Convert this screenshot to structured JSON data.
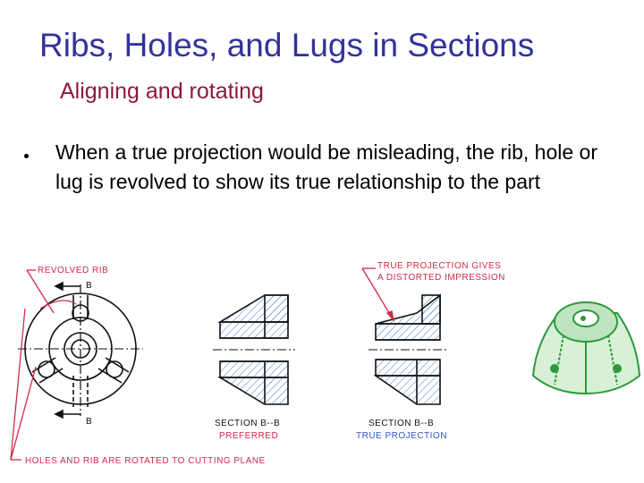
{
  "slide": {
    "title": "Ribs, Holes, and Lugs in Sections",
    "subtitle": "Aligning and rotating",
    "bullets": [
      "When a true projection would be misleading, the rib, hole or lug is revolved to show its true relationship to the part"
    ]
  },
  "figure": {
    "revolved_rib_label": "REVOLVED RIB",
    "cut_label_top": "B",
    "cut_label_bottom": "B",
    "section_preferred_title": "SECTION B--B",
    "section_preferred_caption": "PREFERRED",
    "true_projection_note_line1": "TRUE PROJECTION GIVES",
    "true_projection_note_line2": "A DISTORTED IMPRESSION",
    "section_true_title": "SECTION B--B",
    "section_true_caption": "TRUE PROJECTION",
    "holes_rib_label": "HOLES AND RIB ARE ROTATED TO CUTTING PLANE"
  },
  "colors": {
    "title": "#333399",
    "subtitle": "#8b1a3a",
    "annotation": "#d12a4a",
    "caption": "#3355cc",
    "model": "#2a9a3a"
  }
}
